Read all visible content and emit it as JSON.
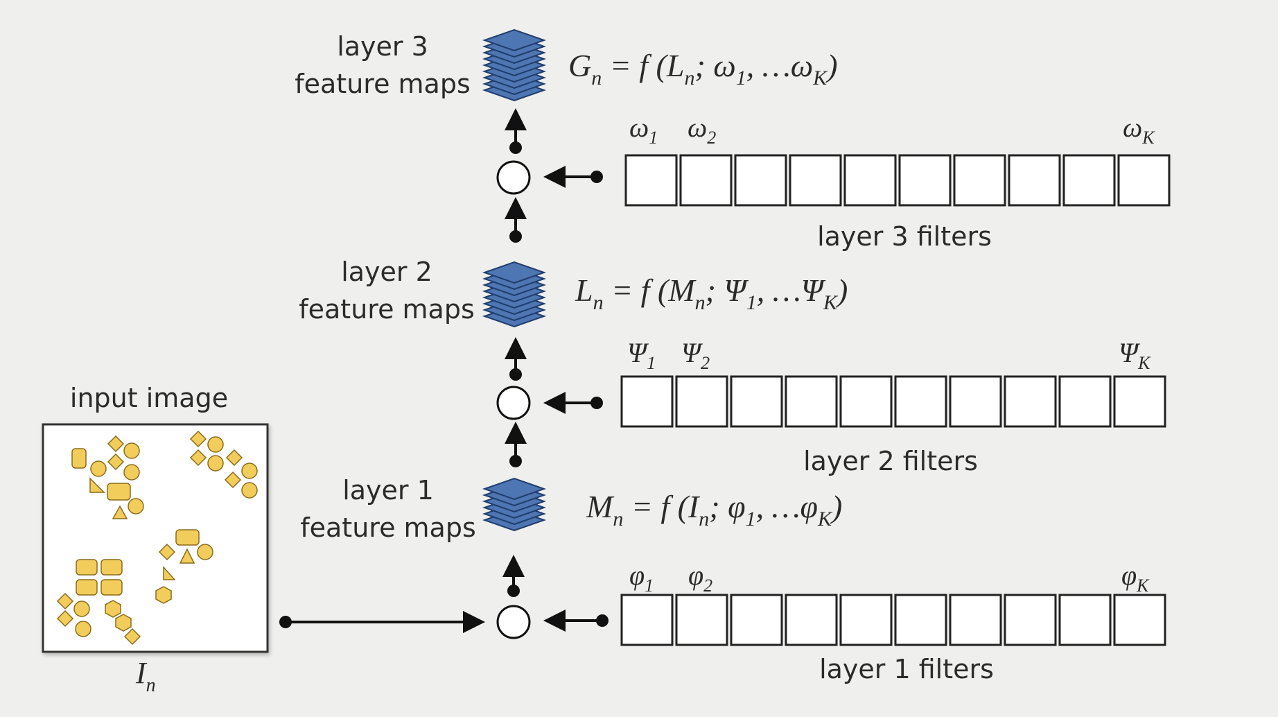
{
  "input": {
    "title": "input image",
    "symbol": "I",
    "symbol_sub": "n"
  },
  "layers": [
    {
      "name_line1": "layer 1",
      "name_line2": "feature maps",
      "filters_label": "layer 1 filters",
      "filter_symbol": "φ",
      "filter_count_cells": 10,
      "filter_sub_first": "1",
      "filter_sub_second": "2",
      "filter_sub_last": "K",
      "eq_lhs": "M",
      "eq_lhs_sub": "n",
      "eq_mid": " = f (",
      "eq_arg": "I",
      "eq_arg_sub": "n",
      "eq_sep": "; ",
      "eq_f1": "φ",
      "eq_f1_sub": "1",
      "eq_dots": ", …",
      "eq_fk": "φ",
      "eq_fk_sub": "K",
      "eq_close": ")"
    },
    {
      "name_line1": "layer 2",
      "name_line2": "feature maps",
      "filters_label": "layer 2 filters",
      "filter_symbol": "Ψ",
      "filter_count_cells": 10,
      "filter_sub_first": "1",
      "filter_sub_second": "2",
      "filter_sub_last": "K",
      "eq_lhs": "L",
      "eq_lhs_sub": "n",
      "eq_mid": " = f (",
      "eq_arg": "M",
      "eq_arg_sub": "n",
      "eq_sep": "; ",
      "eq_f1": "Ψ",
      "eq_f1_sub": "1",
      "eq_dots": ", …",
      "eq_fk": "Ψ",
      "eq_fk_sub": "K",
      "eq_close": ")"
    },
    {
      "name_line1": "layer 3",
      "name_line2": "feature maps",
      "filters_label": "layer 3 filters",
      "filter_symbol": "ω",
      "filter_count_cells": 10,
      "filter_sub_first": "1",
      "filter_sub_second": "2",
      "filter_sub_last": "K",
      "eq_lhs": "G",
      "eq_lhs_sub": "n",
      "eq_mid": " = f (",
      "eq_arg": "L",
      "eq_arg_sub": "n",
      "eq_sep": "; ",
      "eq_f1": "ω",
      "eq_f1_sub": "1",
      "eq_dots": ", …",
      "eq_fk": "ω",
      "eq_fk_sub": "K",
      "eq_close": ")"
    }
  ],
  "colors": {
    "background": "#efefed",
    "feature_map": "#4e76b2",
    "input_shapes": "#f2cd5c"
  }
}
